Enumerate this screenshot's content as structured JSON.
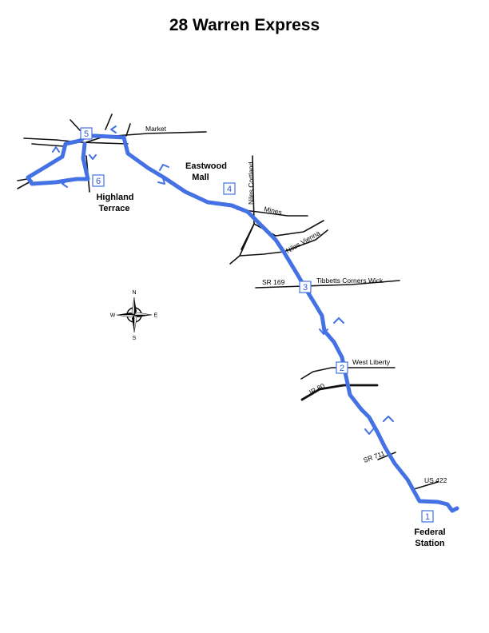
{
  "title": "28 Warren Express",
  "colors": {
    "route": "#4472e4",
    "stop_border": "#4472e4",
    "stop_text": "#2f5bd3",
    "streets": "#111111"
  },
  "streets": {
    "market": "Market",
    "niles_cortland": "Niles Cortland",
    "mines": "Mines",
    "niles_vienna": "Niles Vienna",
    "sr169": "SR 169",
    "tibbetts": "Tibbetts Corners Wick",
    "west_liberty": "West Liberty",
    "ir80": "IR 80",
    "sr711": "SR 711",
    "us422": "US 422"
  },
  "places": {
    "eastwood_line1": "Eastwood",
    "eastwood_line2": "Mall",
    "highland_line1": "Highland",
    "highland_line2": "Terrace",
    "federal_line1": "Federal",
    "federal_line2": "Station"
  },
  "stops": {
    "s1": "1",
    "s2": "2",
    "s3": "3",
    "s4": "4",
    "s5": "5",
    "s6": "6"
  },
  "compass": {
    "n": "N",
    "e": "E",
    "s": "S",
    "w": "W"
  },
  "icons": {
    "direction": "arrow-icon",
    "compass": "compass-rose-icon"
  }
}
